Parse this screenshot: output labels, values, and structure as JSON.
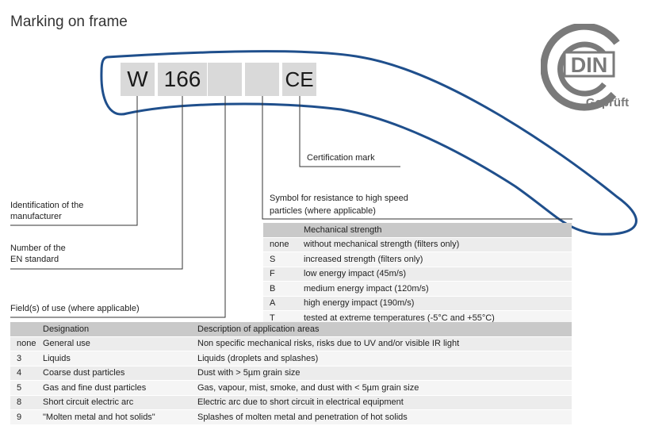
{
  "title": "Marking on frame",
  "frame_marking": {
    "w": "W",
    "standard": "166",
    "ce": "CE"
  },
  "logo": {
    "text": "DIN",
    "sub": "Geprüft",
    "icon": "din-gepruft-seal"
  },
  "labels": {
    "certification": "Certification mark",
    "high_speed_line1": "Symbol for resistance to high speed",
    "high_speed_line2": "particles (where applicable)",
    "manufacturer_line1": "Identification of the",
    "manufacturer_line2": "manufacturer",
    "en_line1": "Number of the",
    "en_line2": "EN standard",
    "fields": "Field(s) of use (where applicable)"
  },
  "mechanical_table": {
    "header": [
      "",
      "Mechanical strength"
    ],
    "rows": [
      [
        "none",
        "without mechanical strength (filters only)"
      ],
      [
        "S",
        "increased strength (filters only)"
      ],
      [
        "F",
        "low energy impact (45m/s)"
      ],
      [
        "B",
        "medium energy impact (120m/s)"
      ],
      [
        "A",
        "high energy impact (190m/s)"
      ],
      [
        "T",
        "tested at extreme temperatures (-5°C and +55°C)"
      ]
    ]
  },
  "use_table": {
    "header": [
      "",
      "Designation",
      "Description of application areas"
    ],
    "rows": [
      [
        "none",
        "General use",
        "Non specific mechanical risks, risks due to UV and/or visible IR light"
      ],
      [
        "3",
        "Liquids",
        "Liquids (droplets and splashes)"
      ],
      [
        "4",
        "Coarse dust particles",
        "Dust with > 5µm grain size"
      ],
      [
        "5",
        "Gas and fine dust particles",
        "Gas, vapour, mist, smoke, and dust with < 5µm grain size"
      ],
      [
        "8",
        "Short circuit electric arc",
        "Electric arc due to short circuit in electrical equipment"
      ],
      [
        "9",
        "\"Molten metal and hot solids\"",
        "Splashes of molten metal and penetration of hot solids"
      ]
    ]
  },
  "colors": {
    "frame_outline": "#1f4f8c",
    "box_fill": "#d9d9d9",
    "logo_gray": "#7a7a7a"
  }
}
